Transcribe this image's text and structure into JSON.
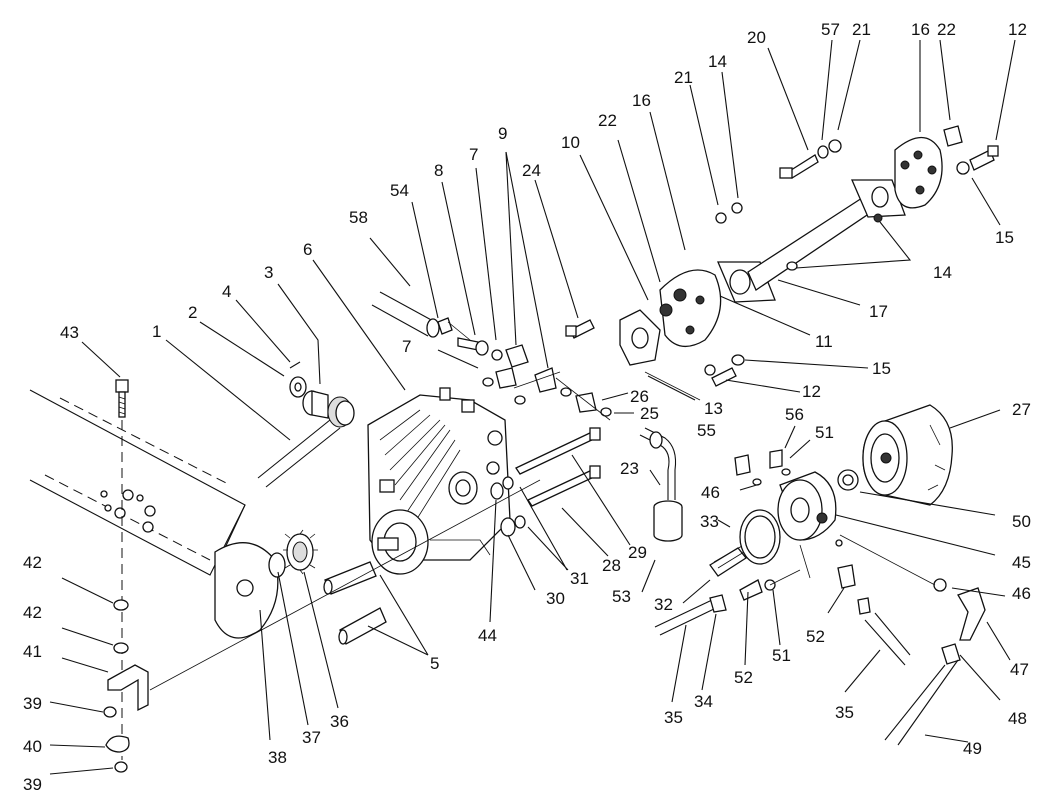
{
  "callouts": [
    {
      "id": "c43",
      "text": "43"
    },
    {
      "id": "c1",
      "text": "1"
    },
    {
      "id": "c2",
      "text": "2"
    },
    {
      "id": "c4",
      "text": "4"
    },
    {
      "id": "c3",
      "text": "3"
    },
    {
      "id": "c6",
      "text": "6"
    },
    {
      "id": "c58",
      "text": "58"
    },
    {
      "id": "c54",
      "text": "54"
    },
    {
      "id": "c8",
      "text": "8"
    },
    {
      "id": "c7a",
      "text": "7"
    },
    {
      "id": "c9",
      "text": "9"
    },
    {
      "id": "c24",
      "text": "24"
    },
    {
      "id": "c10",
      "text": "10"
    },
    {
      "id": "c22a",
      "text": "22"
    },
    {
      "id": "c16a",
      "text": "16"
    },
    {
      "id": "c21a",
      "text": "21"
    },
    {
      "id": "c14a",
      "text": "14"
    },
    {
      "id": "c20",
      "text": "20"
    },
    {
      "id": "c57",
      "text": "57"
    },
    {
      "id": "c21b",
      "text": "21"
    },
    {
      "id": "c16b",
      "text": "16"
    },
    {
      "id": "c22b",
      "text": "22"
    },
    {
      "id": "c12a",
      "text": "12"
    },
    {
      "id": "c15a",
      "text": "15"
    },
    {
      "id": "c14b",
      "text": "14"
    },
    {
      "id": "c17",
      "text": "17"
    },
    {
      "id": "c11",
      "text": "11"
    },
    {
      "id": "c15b",
      "text": "15"
    },
    {
      "id": "c12b",
      "text": "12"
    },
    {
      "id": "c13",
      "text": "13"
    },
    {
      "id": "c7b",
      "text": "7"
    },
    {
      "id": "c26",
      "text": "26"
    },
    {
      "id": "c25",
      "text": "25"
    },
    {
      "id": "c27",
      "text": "27"
    },
    {
      "id": "c55",
      "text": "55"
    },
    {
      "id": "c56",
      "text": "56"
    },
    {
      "id": "c51a",
      "text": "51"
    },
    {
      "id": "c23",
      "text": "23"
    },
    {
      "id": "c46a",
      "text": "46"
    },
    {
      "id": "c50",
      "text": "50"
    },
    {
      "id": "c33",
      "text": "33"
    },
    {
      "id": "c45",
      "text": "45"
    },
    {
      "id": "c29",
      "text": "29"
    },
    {
      "id": "c28",
      "text": "28"
    },
    {
      "id": "c31",
      "text": "31"
    },
    {
      "id": "c53",
      "text": "53"
    },
    {
      "id": "c30",
      "text": "30"
    },
    {
      "id": "c32",
      "text": "32"
    },
    {
      "id": "c46b",
      "text": "46"
    },
    {
      "id": "c44",
      "text": "44"
    },
    {
      "id": "c52a",
      "text": "52"
    },
    {
      "id": "c51b",
      "text": "51"
    },
    {
      "id": "c47",
      "text": "47"
    },
    {
      "id": "c42a",
      "text": "42"
    },
    {
      "id": "c42b",
      "text": "42"
    },
    {
      "id": "c41",
      "text": "41"
    },
    {
      "id": "c39a",
      "text": "39"
    },
    {
      "id": "c40",
      "text": "40"
    },
    {
      "id": "c39b",
      "text": "39"
    },
    {
      "id": "c38",
      "text": "38"
    },
    {
      "id": "c37",
      "text": "37"
    },
    {
      "id": "c36",
      "text": "36"
    },
    {
      "id": "c5",
      "text": "5"
    },
    {
      "id": "c35a",
      "text": "35"
    },
    {
      "id": "c34",
      "text": "34"
    },
    {
      "id": "c52b",
      "text": "52"
    },
    {
      "id": "c35b",
      "text": "35"
    },
    {
      "id": "c48",
      "text": "48"
    },
    {
      "id": "c49",
      "text": "49"
    }
  ]
}
